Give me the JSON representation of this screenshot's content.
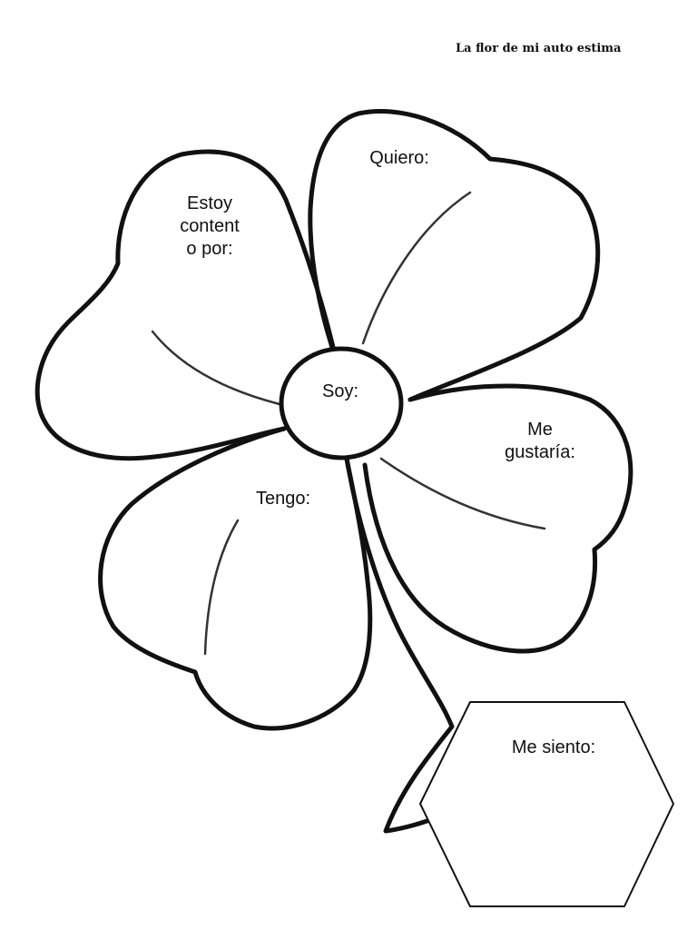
{
  "worksheet": {
    "title": "La flor de mi auto estima"
  },
  "flower": {
    "center_label": "Soy:",
    "petals": {
      "top_left": "Estoy\ncontent\no por:",
      "top_right": "Quiero:",
      "right": "Me\ngustaría:",
      "bottom_left": "Tengo:"
    }
  },
  "hexagon": {
    "label": "Me siento:"
  }
}
